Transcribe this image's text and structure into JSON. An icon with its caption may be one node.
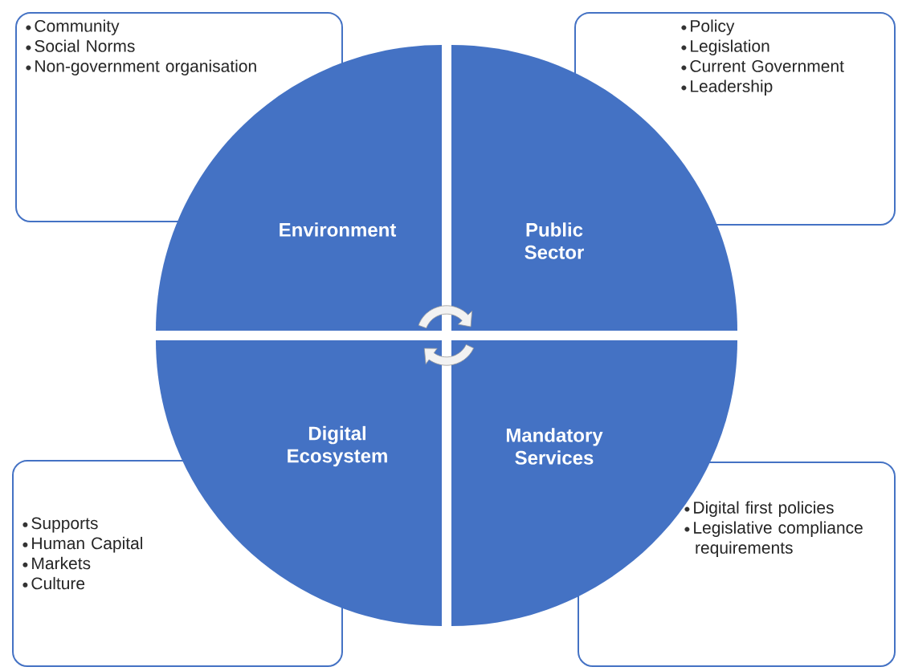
{
  "diagram": {
    "nodes": [
      {
        "text": [
          "Community",
          "Social Norms",
          "Non-government organisation"
        ]
      },
      {
        "text": [
          "Policy",
          "Legislation",
          "Current Government",
          "Leadership"
        ]
      },
      {
        "text": [
          "Environment"
        ]
      },
      {
        "text": [
          "Public Sector"
        ]
      },
      {
        "text": [
          "Digital Ecosystem"
        ]
      },
      {
        "text": [
          "Mandatory Services"
        ]
      },
      {
        "text": [
          "Supports",
          "Human Capital",
          "Markets",
          "Culture"
        ]
      },
      {
        "text": [
          "Digital first policies",
          "Legislative compliance requirements"
        ]
      }
    ],
    "edges": [
      {
        "from": 2,
        "to": 3,
        "arrow": "to"
      },
      {
        "from": 5,
        "to": 4,
        "arrow": "to"
      }
    ]
  }
}
